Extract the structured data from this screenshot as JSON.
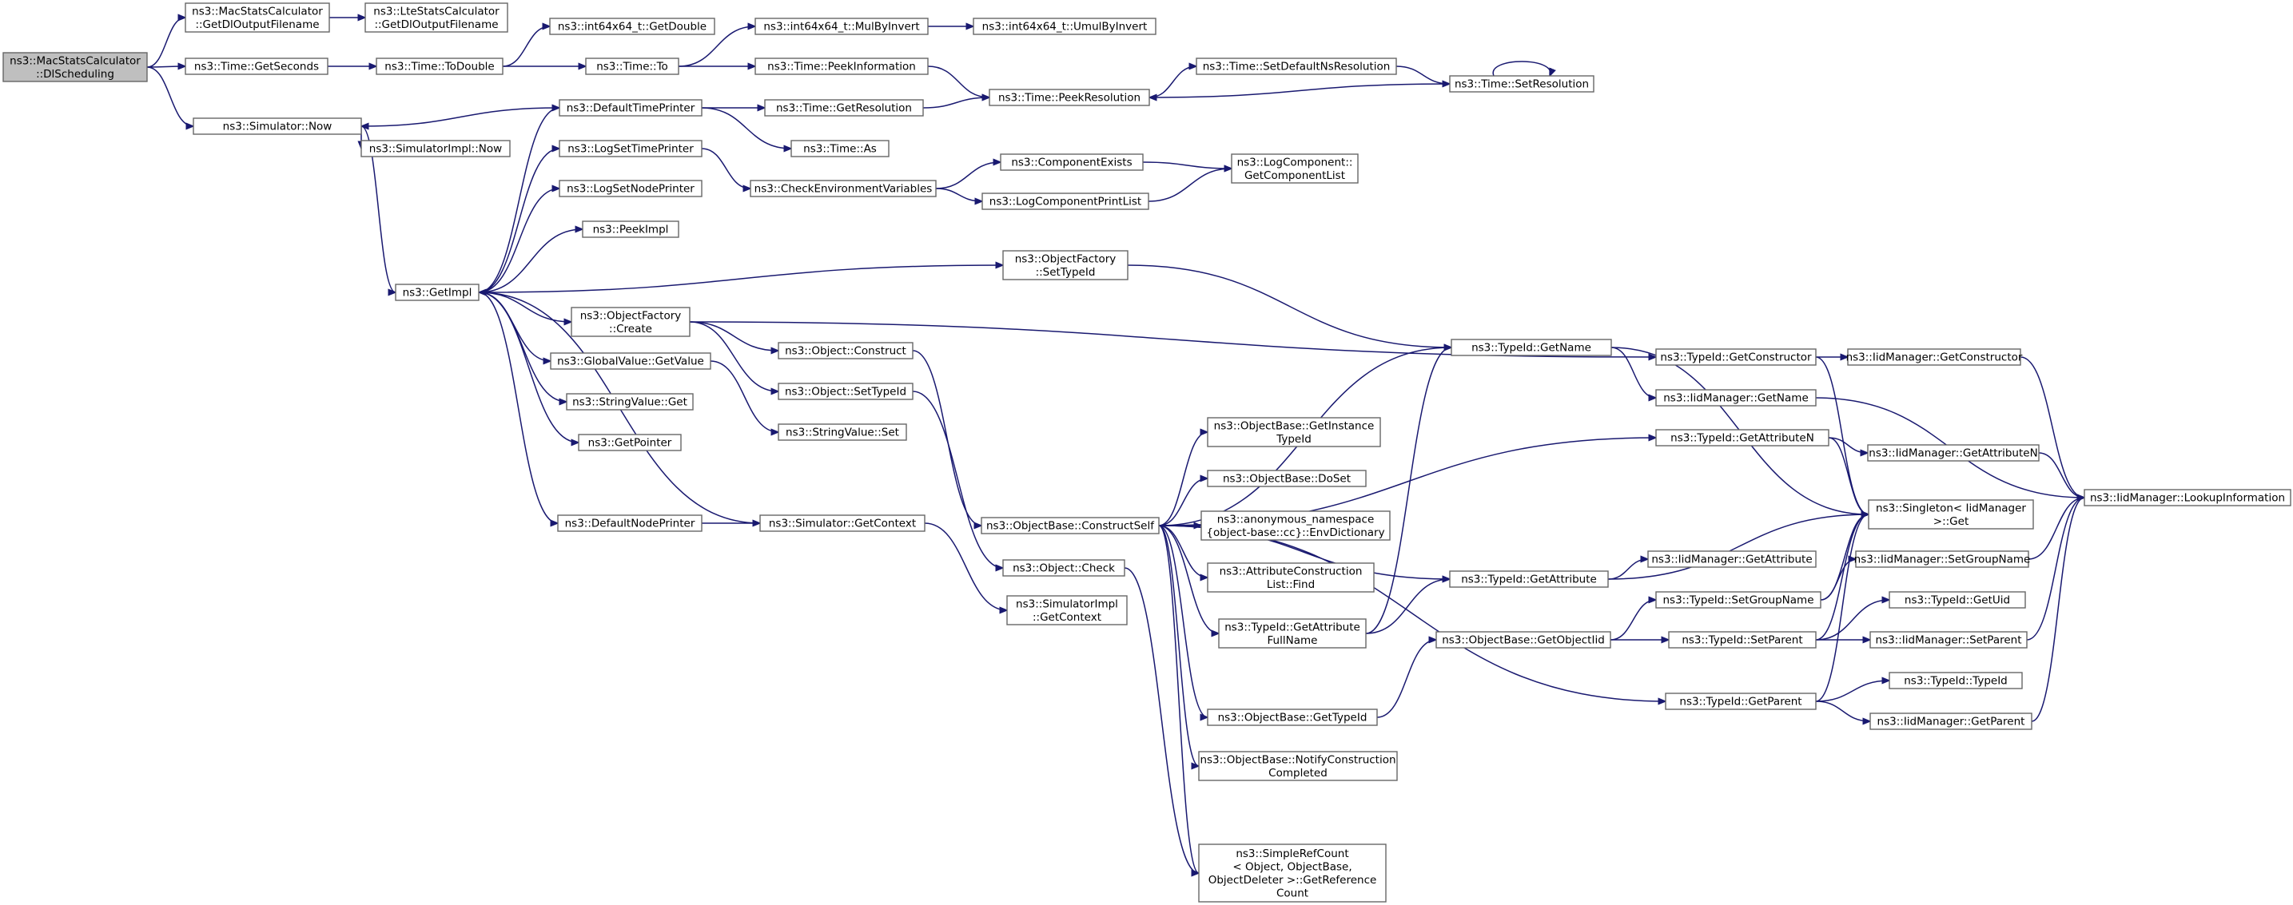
{
  "colors": {
    "edge": "#191970",
    "root_fill": "#bfbfbf",
    "node_fill": "#ffffff",
    "node_border": "#666666"
  },
  "nodes": [
    {
      "id": "dlsched",
      "lines": [
        "ns3::MacStatsCalculator",
        "::DlScheduling"
      ],
      "root": true
    },
    {
      "id": "getdlfname",
      "lines": [
        "ns3::MacStatsCalculator",
        "::GetDlOutputFilename"
      ]
    },
    {
      "id": "lte_getdl",
      "lines": [
        "ns3::LteStatsCalculator",
        "::GetDlOutputFilename"
      ]
    },
    {
      "id": "time_getseconds",
      "lines": [
        "ns3::Time::GetSeconds"
      ]
    },
    {
      "id": "time_todouble",
      "lines": [
        "ns3::Time::ToDouble"
      ]
    },
    {
      "id": "int64_getdouble",
      "lines": [
        "ns3::int64x64_t::GetDouble"
      ]
    },
    {
      "id": "time_to",
      "lines": [
        "ns3::Time::To"
      ]
    },
    {
      "id": "int64_mulbyinvert",
      "lines": [
        "ns3::int64x64_t::MulByInvert"
      ]
    },
    {
      "id": "int64_umulbyinvert",
      "lines": [
        "ns3::int64x64_t::UmulByInvert"
      ]
    },
    {
      "id": "time_peekinfo",
      "lines": [
        "ns3::Time::PeekInformation"
      ]
    },
    {
      "id": "time_peekres",
      "lines": [
        "ns3::Time::PeekResolution"
      ]
    },
    {
      "id": "time_setdefaultns",
      "lines": [
        "ns3::Time::SetDefaultNsResolution"
      ]
    },
    {
      "id": "time_setres",
      "lines": [
        "ns3::Time::SetResolution"
      ]
    },
    {
      "id": "sim_now",
      "lines": [
        "ns3::Simulator::Now"
      ]
    },
    {
      "id": "simimpl_now",
      "lines": [
        "ns3::SimulatorImpl::Now"
      ]
    },
    {
      "id": "defaulttimeprinter",
      "lines": [
        "ns3::DefaultTimePrinter"
      ]
    },
    {
      "id": "time_getres",
      "lines": [
        "ns3::Time::GetResolution"
      ]
    },
    {
      "id": "time_as",
      "lines": [
        "ns3::Time::As"
      ]
    },
    {
      "id": "logsettimeprinter",
      "lines": [
        "ns3::LogSetTimePrinter"
      ]
    },
    {
      "id": "checkenv",
      "lines": [
        "ns3::CheckEnvironmentVariables"
      ]
    },
    {
      "id": "componentexists",
      "lines": [
        "ns3::ComponentExists"
      ]
    },
    {
      "id": "logcomp_getlist",
      "lines": [
        "ns3::LogComponent::",
        "GetComponentList"
      ]
    },
    {
      "id": "logcompprintlist",
      "lines": [
        "ns3::LogComponentPrintList"
      ]
    },
    {
      "id": "logsetnodeprinter",
      "lines": [
        "ns3::LogSetNodePrinter"
      ]
    },
    {
      "id": "peekimpl",
      "lines": [
        "ns3::PeekImpl"
      ]
    },
    {
      "id": "getimpl",
      "lines": [
        "ns3::GetImpl"
      ]
    },
    {
      "id": "objfactory_settypeid",
      "lines": [
        "ns3::ObjectFactory",
        "::SetTypeId"
      ]
    },
    {
      "id": "objfactory_create",
      "lines": [
        "ns3::ObjectFactory",
        "::Create"
      ]
    },
    {
      "id": "object_construct",
      "lines": [
        "ns3::Object::Construct"
      ]
    },
    {
      "id": "object_settypeid",
      "lines": [
        "ns3::Object::SetTypeId"
      ]
    },
    {
      "id": "globalvalue_getvalue",
      "lines": [
        "ns3::GlobalValue::GetValue"
      ]
    },
    {
      "id": "stringvalue_get",
      "lines": [
        "ns3::StringValue::Get"
      ]
    },
    {
      "id": "stringvalue_set",
      "lines": [
        "ns3::StringValue::Set"
      ]
    },
    {
      "id": "getpointer",
      "lines": [
        "ns3::GetPointer"
      ]
    },
    {
      "id": "defaultnodeprinter",
      "lines": [
        "ns3::DefaultNodePrinter"
      ]
    },
    {
      "id": "sim_getcontext",
      "lines": [
        "ns3::Simulator::GetContext"
      ]
    },
    {
      "id": "simimpl_getcontext",
      "lines": [
        "ns3::SimulatorImpl",
        "::GetContext"
      ]
    },
    {
      "id": "object_check",
      "lines": [
        "ns3::Object::Check"
      ]
    },
    {
      "id": "objbase_constructself",
      "lines": [
        "ns3::ObjectBase::ConstructSelf"
      ]
    },
    {
      "id": "typeid_getname",
      "lines": [
        "ns3::TypeId::GetName"
      ]
    },
    {
      "id": "typeid_getconstructor",
      "lines": [
        "ns3::TypeId::GetConstructor"
      ]
    },
    {
      "id": "iid_getconstructor",
      "lines": [
        "ns3::IidManager::GetConstructor"
      ]
    },
    {
      "id": "iid_getname",
      "lines": [
        "ns3::IidManager::GetName"
      ]
    },
    {
      "id": "objbase_getinstancetypeid",
      "lines": [
        "ns3::ObjectBase::GetInstance",
        "TypeId"
      ]
    },
    {
      "id": "typeid_getattributen",
      "lines": [
        "ns3::TypeId::GetAttributeN"
      ]
    },
    {
      "id": "iid_getattributen",
      "lines": [
        "ns3::IidManager::GetAttributeN"
      ]
    },
    {
      "id": "objbase_doset",
      "lines": [
        "ns3::ObjectBase::DoSet"
      ]
    },
    {
      "id": "iid_lookupinfo",
      "lines": [
        "ns3::IidManager::LookupInformation"
      ]
    },
    {
      "id": "singleton_get",
      "lines": [
        "ns3::Singleton< IidManager",
        " >::Get"
      ]
    },
    {
      "id": "anon_envdict",
      "lines": [
        "ns3::anonymous_namespace",
        "{object-base::cc}::EnvDictionary"
      ]
    },
    {
      "id": "iid_getattribute",
      "lines": [
        "ns3::IidManager::GetAttribute"
      ]
    },
    {
      "id": "iid_setgroupname",
      "lines": [
        "ns3::IidManager::SetGroupName"
      ]
    },
    {
      "id": "attrconstruction_find",
      "lines": [
        "ns3::AttributeConstruction",
        "List::Find"
      ]
    },
    {
      "id": "typeid_getattribute",
      "lines": [
        "ns3::TypeId::GetAttribute"
      ]
    },
    {
      "id": "typeid_setgroupname",
      "lines": [
        "ns3::TypeId::SetGroupName"
      ]
    },
    {
      "id": "typeid_getuid",
      "lines": [
        "ns3::TypeId::GetUid"
      ]
    },
    {
      "id": "typeid_getattrfullname",
      "lines": [
        "ns3::TypeId::GetAttribute",
        "FullName"
      ]
    },
    {
      "id": "objbase_getobjectiid",
      "lines": [
        "ns3::ObjectBase::GetObjectIid"
      ]
    },
    {
      "id": "typeid_setparent",
      "lines": [
        "ns3::TypeId::SetParent"
      ]
    },
    {
      "id": "iid_setparent",
      "lines": [
        "ns3::IidManager::SetParent"
      ]
    },
    {
      "id": "typeid_typeid",
      "lines": [
        "ns3::TypeId::TypeId"
      ]
    },
    {
      "id": "typeid_getparent",
      "lines": [
        "ns3::TypeId::GetParent"
      ]
    },
    {
      "id": "iid_getparent",
      "lines": [
        "ns3::IidManager::GetParent"
      ]
    },
    {
      "id": "objbase_gettypeid",
      "lines": [
        "ns3::ObjectBase::GetTypeId"
      ]
    },
    {
      "id": "objbase_notifyconstruction",
      "lines": [
        "ns3::ObjectBase::NotifyConstruction",
        "Completed"
      ]
    },
    {
      "id": "simplerefcount",
      "lines": [
        "ns3::SimpleRefCount",
        "< Object, ObjectBase,",
        " ObjectDeleter >::GetReference",
        "Count"
      ]
    }
  ],
  "edges": [
    [
      "dlsched",
      "getdlfname"
    ],
    [
      "dlsched",
      "time_getseconds"
    ],
    [
      "dlsched",
      "sim_now"
    ],
    [
      "getdlfname",
      "lte_getdl"
    ],
    [
      "time_getseconds",
      "time_todouble"
    ],
    [
      "time_todouble",
      "int64_getdouble"
    ],
    [
      "time_todouble",
      "time_to"
    ],
    [
      "time_to",
      "int64_mulbyinvert"
    ],
    [
      "time_to",
      "time_peekinfo"
    ],
    [
      "int64_mulbyinvert",
      "int64_umulbyinvert"
    ],
    [
      "time_peekinfo",
      "time_peekres"
    ],
    [
      "time_peekres",
      "time_setdefaultns"
    ],
    [
      "time_setdefaultns",
      "time_setres"
    ],
    [
      "time_setres",
      "time_peekres"
    ],
    [
      "time_setres",
      "time_setres"
    ],
    [
      "sim_now",
      "simimpl_now"
    ],
    [
      "sim_now",
      "getimpl"
    ],
    [
      "defaulttimeprinter",
      "sim_now"
    ],
    [
      "defaulttimeprinter",
      "time_getres"
    ],
    [
      "defaulttimeprinter",
      "time_as"
    ],
    [
      "time_getres",
      "time_peekres"
    ],
    [
      "logsettimeprinter",
      "checkenv"
    ],
    [
      "checkenv",
      "componentexists"
    ],
    [
      "checkenv",
      "logcompprintlist"
    ],
    [
      "componentexists",
      "logcomp_getlist"
    ],
    [
      "logcompprintlist",
      "logcomp_getlist"
    ],
    [
      "getimpl",
      "defaulttimeprinter"
    ],
    [
      "getimpl",
      "logsettimeprinter"
    ],
    [
      "getimpl",
      "logsetnodeprinter"
    ],
    [
      "getimpl",
      "peekimpl"
    ],
    [
      "getimpl",
      "objfactory_settypeid"
    ],
    [
      "getimpl",
      "objfactory_create"
    ],
    [
      "getimpl",
      "globalvalue_getvalue"
    ],
    [
      "getimpl",
      "stringvalue_get"
    ],
    [
      "getimpl",
      "getpointer"
    ],
    [
      "getimpl",
      "defaultnodeprinter"
    ],
    [
      "sim_getcontext",
      "getimpl"
    ],
    [
      "objfactory_settypeid",
      "typeid_getname"
    ],
    [
      "objfactory_create",
      "object_construct"
    ],
    [
      "objfactory_create",
      "object_settypeid"
    ],
    [
      "objfactory_create",
      "typeid_getconstructor"
    ],
    [
      "globalvalue_getvalue",
      "stringvalue_set"
    ],
    [
      "defaultnodeprinter",
      "sim_getcontext"
    ],
    [
      "sim_getcontext",
      "simimpl_getcontext"
    ],
    [
      "object_construct",
      "objbase_constructself"
    ],
    [
      "object_settypeid",
      "object_check"
    ],
    [
      "objbase_constructself",
      "typeid_getname"
    ],
    [
      "objbase_constructself",
      "objbase_getinstancetypeid"
    ],
    [
      "objbase_constructself",
      "typeid_getattributen"
    ],
    [
      "objbase_constructself",
      "objbase_doset"
    ],
    [
      "objbase_constructself",
      "anon_envdict"
    ],
    [
      "objbase_constructself",
      "attrconstruction_find"
    ],
    [
      "objbase_constructself",
      "typeid_getattribute"
    ],
    [
      "objbase_constructself",
      "typeid_getattrfullname"
    ],
    [
      "objbase_constructself",
      "objbase_gettypeid"
    ],
    [
      "objbase_constructself",
      "objbase_notifyconstruction"
    ],
    [
      "objbase_constructself",
      "typeid_getparent"
    ],
    [
      "objbase_constructself",
      "simplerefcount"
    ],
    [
      "object_check",
      "simplerefcount"
    ],
    [
      "typeid_getname",
      "iid_getname"
    ],
    [
      "typeid_getname",
      "singleton_get"
    ],
    [
      "typeid_getconstructor",
      "iid_getconstructor"
    ],
    [
      "typeid_getconstructor",
      "singleton_get"
    ],
    [
      "iid_getconstructor",
      "iid_lookupinfo"
    ],
    [
      "iid_getname",
      "iid_lookupinfo"
    ],
    [
      "typeid_getattributen",
      "iid_getattributen"
    ],
    [
      "typeid_getattributen",
      "singleton_get"
    ],
    [
      "iid_getattributen",
      "iid_lookupinfo"
    ],
    [
      "typeid_getattrfullname",
      "typeid_getname"
    ],
    [
      "typeid_getattrfullname",
      "typeid_getattribute"
    ],
    [
      "typeid_getattribute",
      "iid_getattribute"
    ],
    [
      "typeid_getattribute",
      "singleton_get"
    ],
    [
      "objbase_gettypeid",
      "objbase_getobjectiid"
    ],
    [
      "objbase_getobjectiid",
      "typeid_setgroupname"
    ],
    [
      "objbase_getobjectiid",
      "typeid_setparent"
    ],
    [
      "typeid_setgroupname",
      "iid_setgroupname"
    ],
    [
      "typeid_setgroupname",
      "singleton_get"
    ],
    [
      "iid_setgroupname",
      "iid_lookupinfo"
    ],
    [
      "typeid_setparent",
      "typeid_getuid"
    ],
    [
      "typeid_setparent",
      "iid_setparent"
    ],
    [
      "typeid_setparent",
      "singleton_get"
    ],
    [
      "iid_setparent",
      "iid_lookupinfo"
    ],
    [
      "typeid_getparent",
      "typeid_typeid"
    ],
    [
      "typeid_getparent",
      "iid_getparent"
    ],
    [
      "typeid_getparent",
      "singleton_get"
    ],
    [
      "iid_getparent",
      "iid_lookupinfo"
    ]
  ]
}
